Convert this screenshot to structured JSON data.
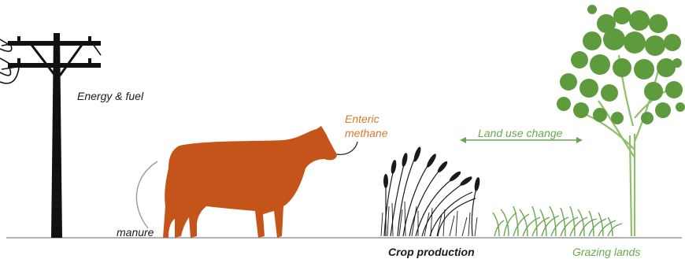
{
  "labels": {
    "energy_fuel": "Energy & fuel",
    "manure": "manure",
    "enteric_line1": "Enteric",
    "enteric_line2": "methane",
    "land_use_change": "Land use change",
    "crop_production": "Crop production",
    "grazing_lands": "Grazing lands"
  },
  "colors": {
    "cow": "#c4541a",
    "enteric_text": "#d8782a",
    "green": "#6aa84f",
    "tree": "#5e9b3c",
    "ink": "#1a1a1a",
    "ground": "#9a9a9a"
  },
  "icons": [
    "utility-pole-icon",
    "cow-icon",
    "wheat-icon",
    "grass-icon",
    "tree-icon",
    "double-arrow-icon"
  ]
}
